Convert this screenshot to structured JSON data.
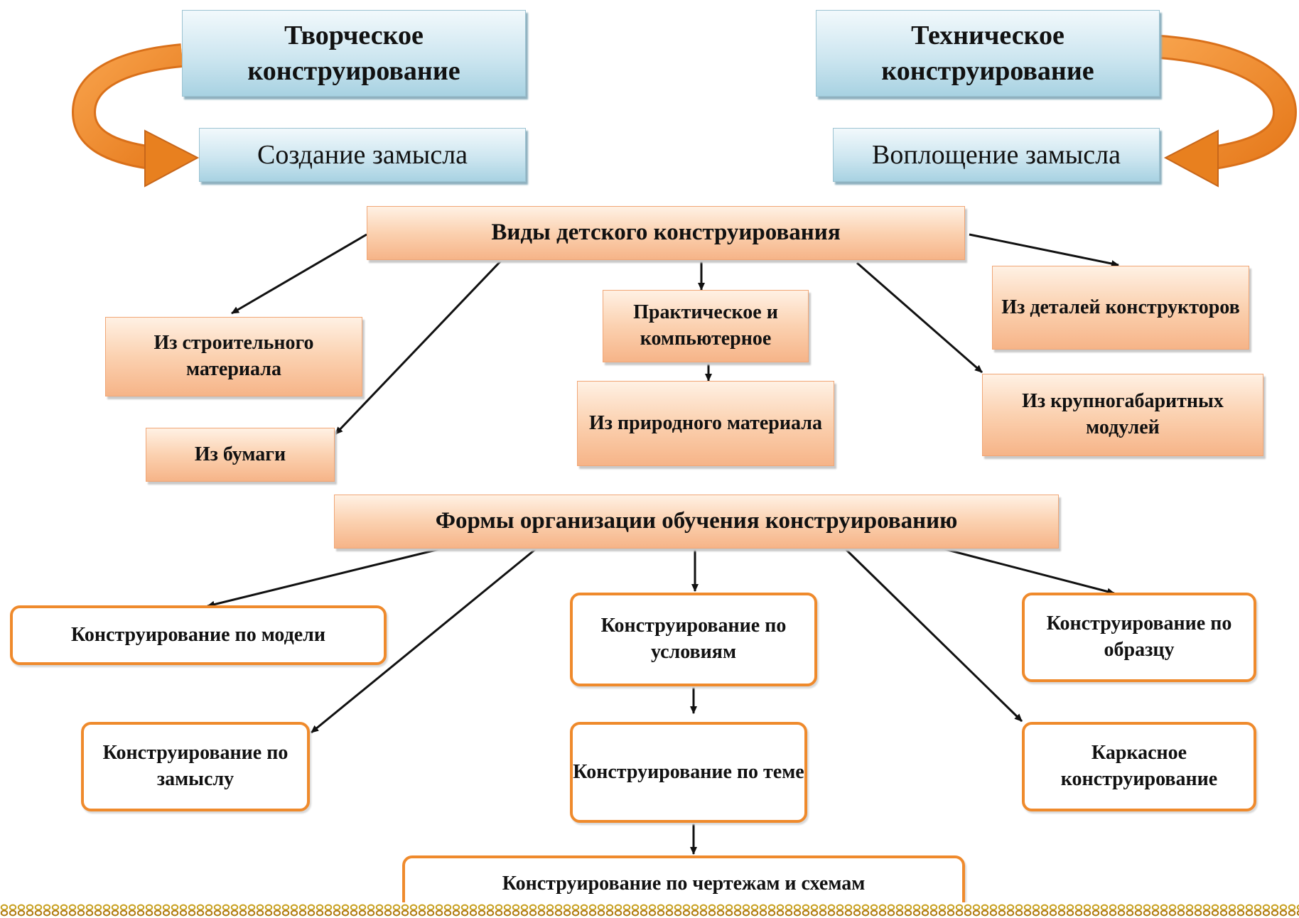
{
  "top": {
    "creative": "Творческое конструирование",
    "idea": "Создание замысла",
    "technical": "Техническое конструирование",
    "embodiment": "Воплощение замысла"
  },
  "types": {
    "title": "Виды детского конструирования",
    "building_material": "Из строительного материала",
    "paper": "Из бумаги",
    "practical_computer": "Практическое и компьютерное",
    "natural_material": "Из природного материала",
    "constructor_parts": "Из деталей конструкторов",
    "large_modules": "Из крупногабаритных модулей"
  },
  "forms": {
    "title": "Формы организации обучения конструированию",
    "by_model": "Конструирование по модели",
    "by_conditions": "Конструирование по условиям",
    "by_sample": "Конструирование по образцу",
    "by_design": "Конструирование по замыслу",
    "by_theme": "Конструирование по теме",
    "frame": "Каркасное конструирование",
    "by_drawings": "Конструирование по чертежам и схемам"
  },
  "colors": {
    "arrow_orange": "#f08a2a",
    "outline_orange": "#ef8a2c",
    "peach_fill": "#fbd1b0",
    "blue_fill": "#cde6f0",
    "border_gold": "#c8a020"
  }
}
